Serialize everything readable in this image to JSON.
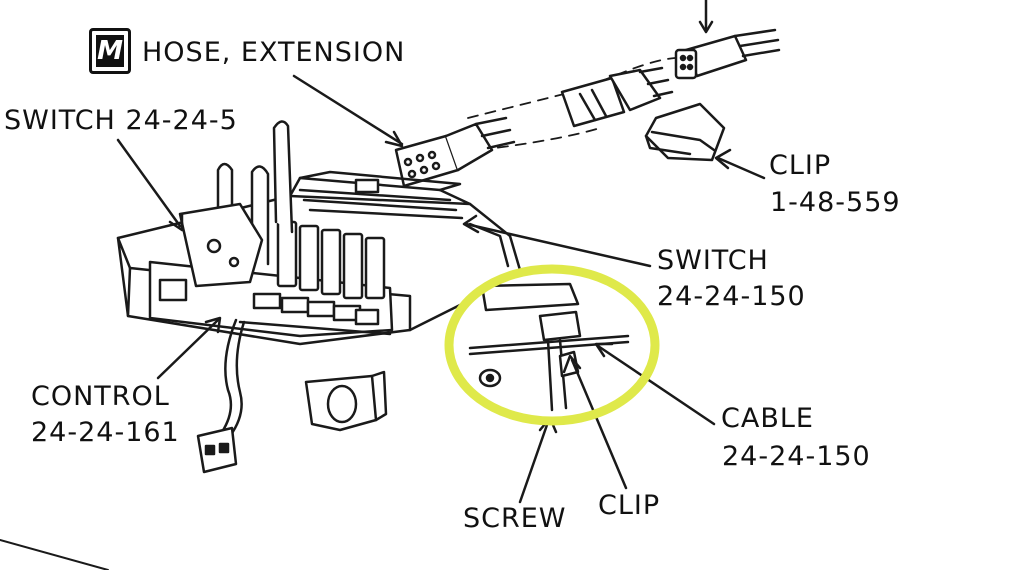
{
  "labels": {
    "badge_letter": "M",
    "hose_extension": "HOSE, EXTENSION",
    "switch_upper_name": "SWITCH 24-24-5",
    "clip_upper_name": "CLIP",
    "clip_upper_number": "1-48-559",
    "switch_lower_name": "SWITCH",
    "switch_lower_number": "24-24-150",
    "control_name": "CONTROL",
    "control_number": "24-24-161",
    "cable_name": "CABLE",
    "cable_number": "24-24-150",
    "screw": "SCREW",
    "clip_lower": "CLIP"
  },
  "colors": {
    "highlight_ring": "#dfe94a",
    "line_art": "#1a1a1a",
    "background": "#ffffff"
  }
}
